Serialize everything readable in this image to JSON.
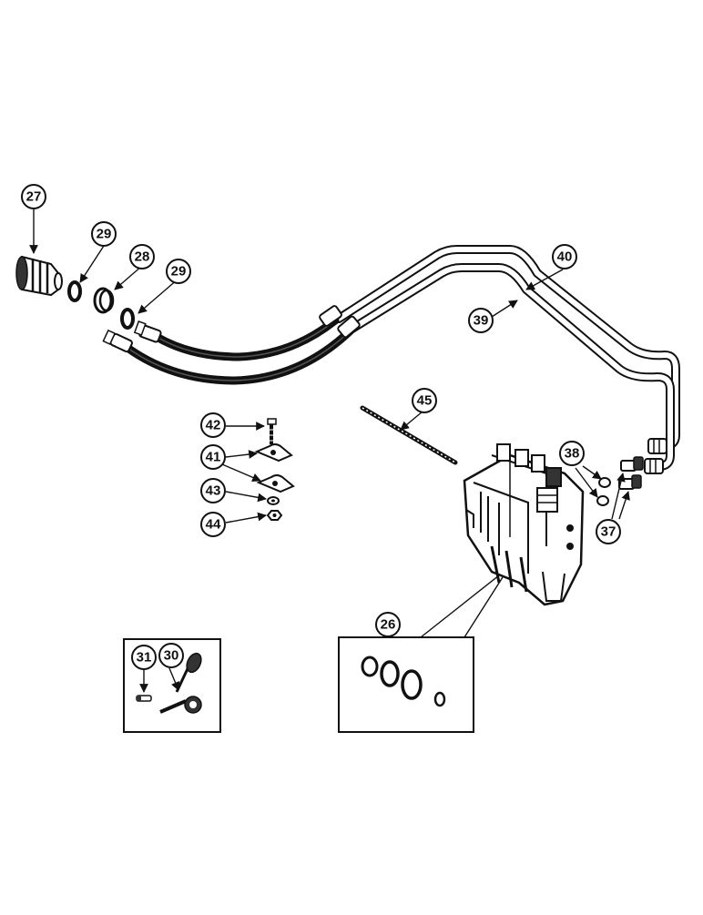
{
  "callouts": {
    "c27": "27",
    "c29a": "29",
    "c28": "28",
    "c29b": "29",
    "c40": "40",
    "c39": "39",
    "c42": "42",
    "c41": "41",
    "c43": "43",
    "c44": "44",
    "c45": "45",
    "c38": "38",
    "c37": "37",
    "c26": "26",
    "c31": "31",
    "c30": "30"
  }
}
